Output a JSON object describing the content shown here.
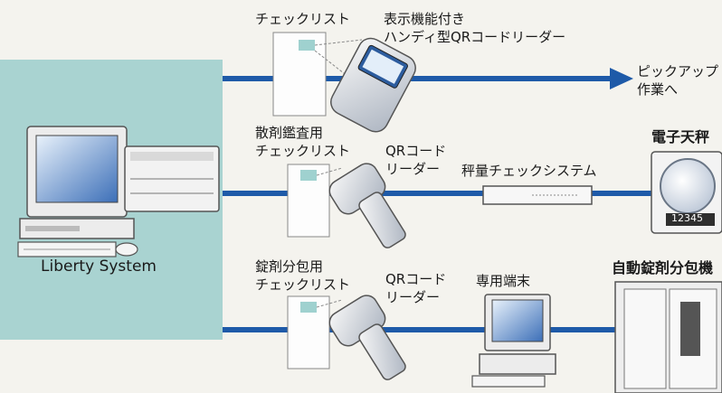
{
  "system": {
    "name": "Liberty System",
    "panel_color": "#a9d3d1"
  },
  "line_color": "#1e5aa8",
  "rows": [
    {
      "checklist_label": "チェックリスト",
      "reader_label_line1": "表示機能付き",
      "reader_label_line2": "ハンディ型QRコードリーダー",
      "destination_line1": "ピックアップ",
      "destination_line2": "作業へ"
    },
    {
      "checklist_label_line1": "散剤鑑査用",
      "checklist_label_line2": "チェックリスト",
      "reader_label_line1": "QRコード",
      "reader_label_line2": "リーダー",
      "device_label": "秤量チェックシステム",
      "endpoint_label": "電子天秤",
      "scale_display": "12345"
    },
    {
      "checklist_label_line1": "錠剤分包用",
      "checklist_label_line2": "チェックリスト",
      "reader_label_line1": "QRコード",
      "reader_label_line2": "リーダー",
      "device_label": "専用端末",
      "endpoint_label": "自動錠剤分包機"
    }
  ]
}
